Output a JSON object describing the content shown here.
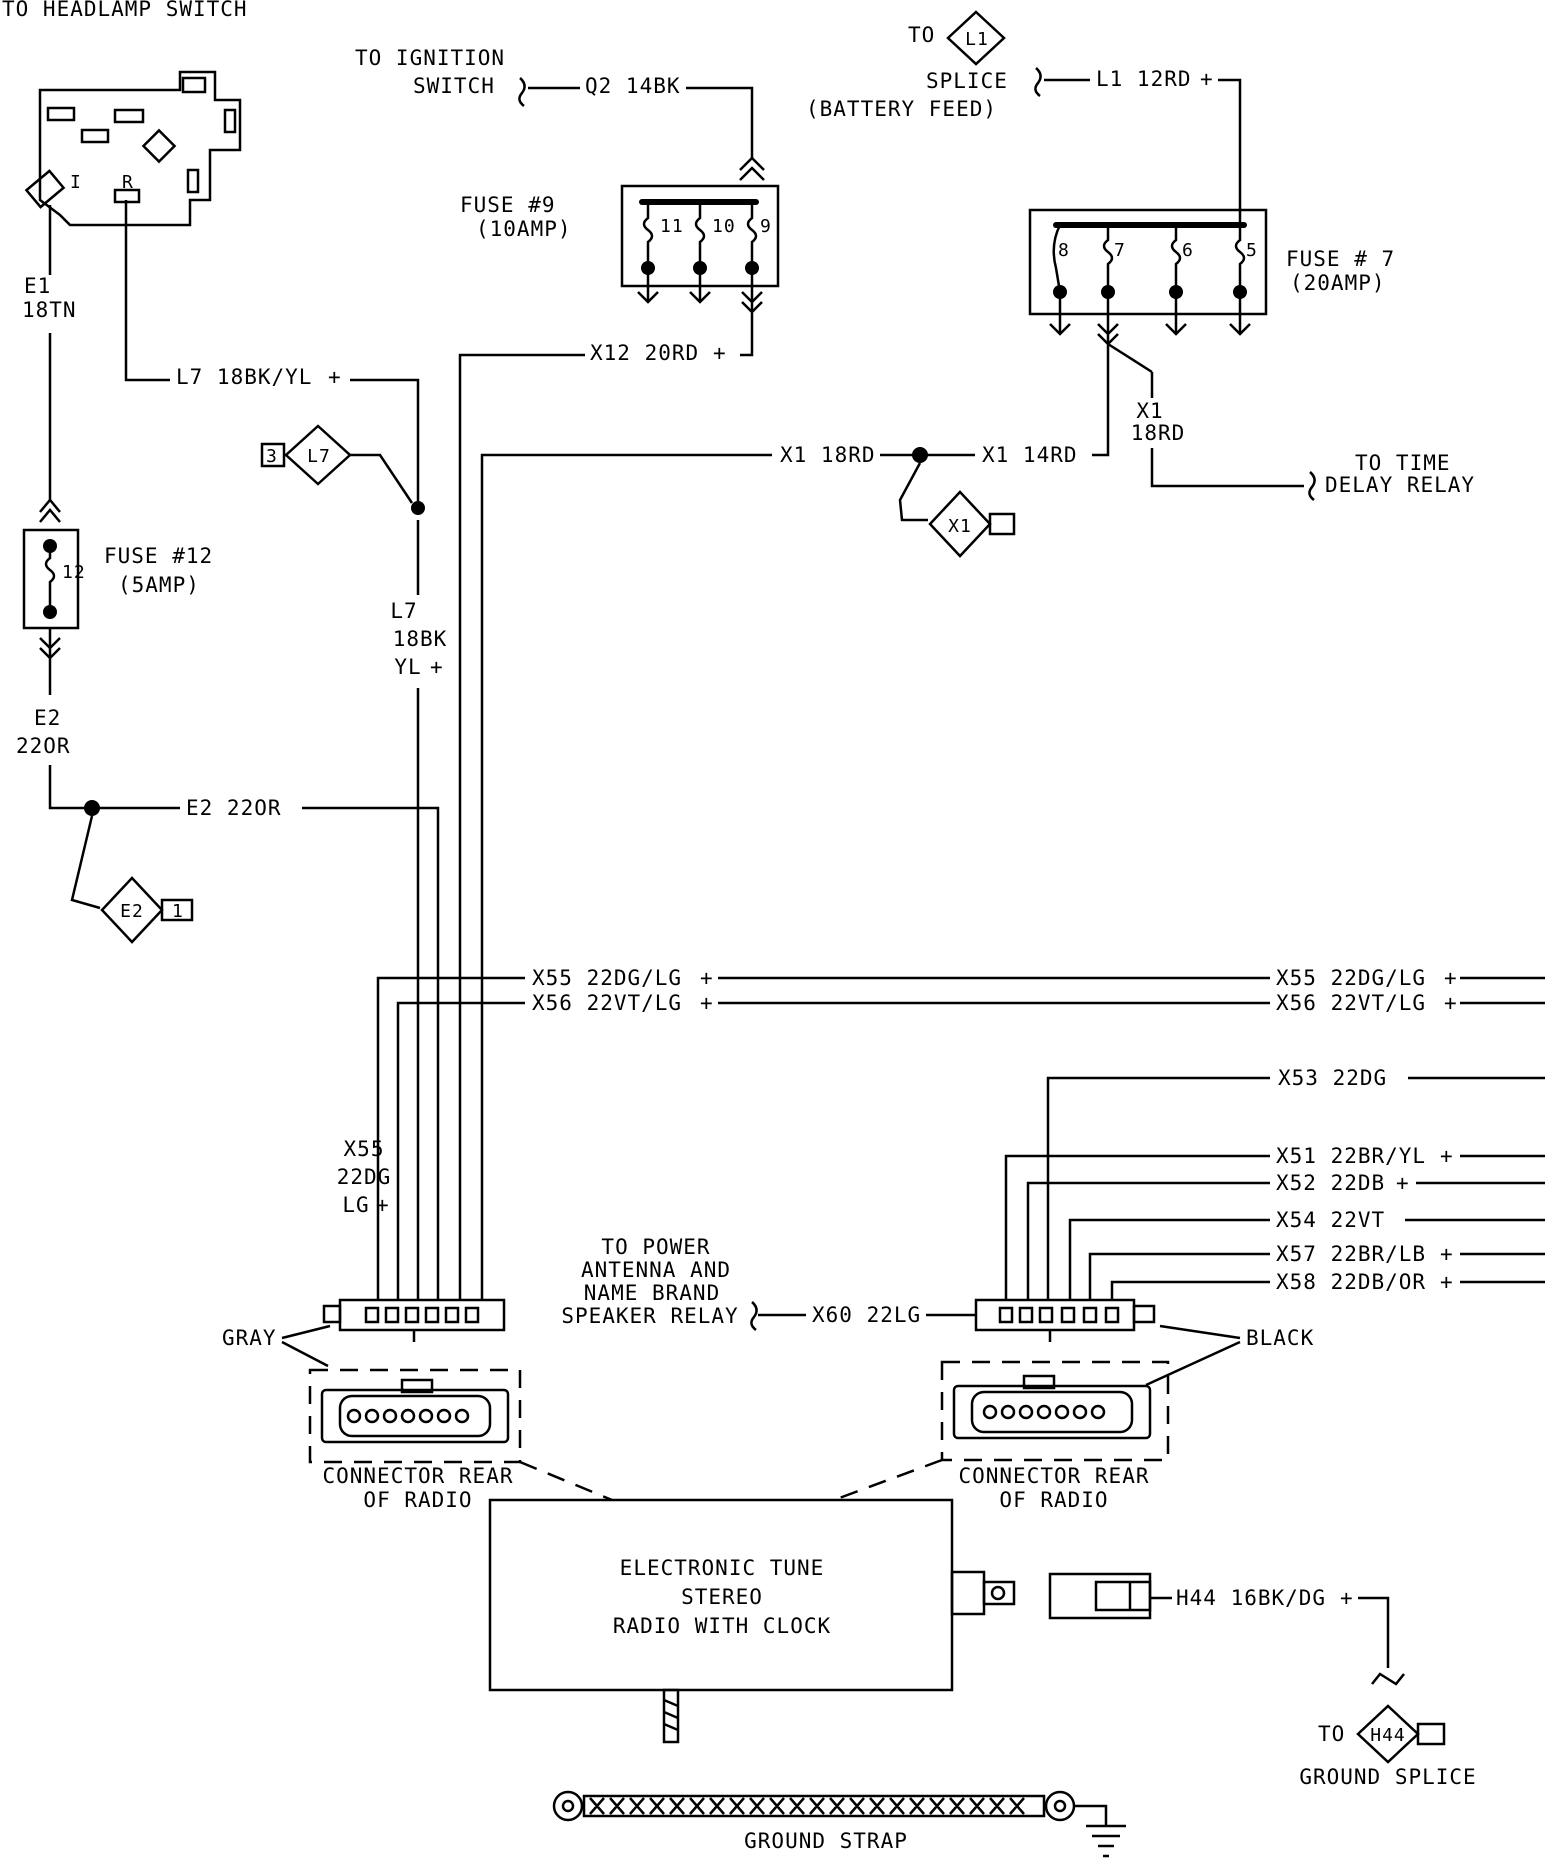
{
  "headlamp_switch": {
    "title": "TO HEADLAMP SWITCH",
    "pin_i": "I",
    "pin_r": "R"
  },
  "ignition": {
    "line1": "TO IGNITION",
    "line2": "SWITCH",
    "wire": "Q2  14BK"
  },
  "fuse9": {
    "label1": "FUSE #9",
    "label2": "(10AMP)",
    "pins": [
      "11",
      "10",
      "9"
    ],
    "wire_out": "X12  20RD"
  },
  "l1_splice": {
    "to": "TO",
    "connector": "L1",
    "line1": "SPLICE",
    "line2": "(BATTERY FEED)",
    "wire": "L1  12RD"
  },
  "fuse7": {
    "label1": "FUSE # 7",
    "label2": "(20AMP)",
    "pins": [
      "8",
      "7",
      "6",
      "5"
    ]
  },
  "x1": {
    "wire_a": "X1  18RD",
    "wire_b": "X1  14RD",
    "vertical_1": "X1",
    "vertical_2": "18RD",
    "splice": "X1",
    "time_delay_1": "TO TIME",
    "time_delay_2": "DELAY RELAY"
  },
  "e1": {
    "name": "E1",
    "gauge": "18TN"
  },
  "fuse12": {
    "label1": "FUSE #12",
    "label2": "(5AMP)",
    "pin": "12"
  },
  "e2": {
    "name": "E2",
    "gauge": "22OR",
    "wire": "E2  22OR",
    "splice": "E2",
    "pin": "1"
  },
  "l7": {
    "wire_h": "L7  18BK/YL",
    "splice_pin": "3",
    "splice": "L7",
    "v1": "L7",
    "v2": "18BK",
    "v3": "YL"
  },
  "harness": {
    "x55": "X55  22DG/LG",
    "x56": "X56  22VT/LG",
    "x55_right": "X55  22DG/LG",
    "x56_right": "X56  22VT/LG",
    "x55_v1": "X55",
    "x55_v2": "22DG",
    "x55_v3": "LG",
    "x53": "X53  22DG",
    "x51": "X51  22BR/YL",
    "x52": "X52  22DB",
    "x54": "X54  22VT",
    "x57": "X57  22BR/LB",
    "x58": "X58  22DB/OR",
    "x60": "X60  22LG"
  },
  "antenna": {
    "line1": "TO POWER",
    "line2": "ANTENNA AND",
    "line3": "NAME BRAND",
    "line4": "SPEAKER RELAY"
  },
  "connectors": {
    "gray": "GRAY",
    "black": "BLACK",
    "rear_left_1": "CONNECTOR REAR",
    "rear_left_2": "OF RADIO",
    "rear_right_1": "CONNECTOR REAR",
    "rear_right_2": "OF RADIO"
  },
  "radio": {
    "line1": "ELECTRONIC TUNE",
    "line2": "STEREO",
    "line3": "RADIO WITH CLOCK"
  },
  "h44": {
    "wire": "H44  16BK/DG",
    "to": "TO",
    "connector": "H44",
    "ground": "GROUND SPLICE"
  },
  "ground_strap": {
    "label": "GROUND STRAP"
  },
  "splice_marker": "+"
}
